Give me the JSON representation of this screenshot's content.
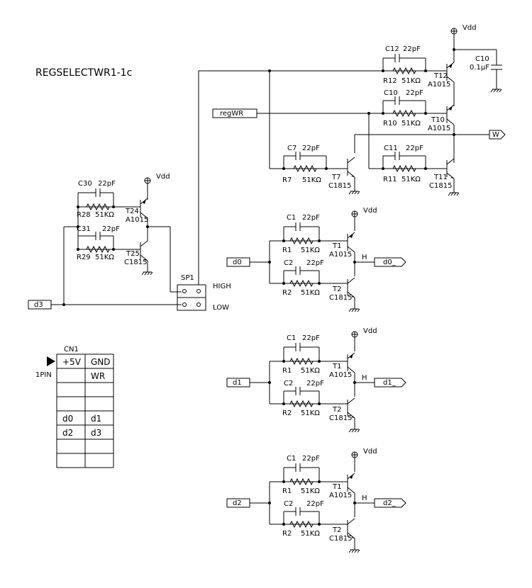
{
  "title": "REGSELECTWR1-1c",
  "vdd": "Vdd",
  "top": {
    "c12": "C12",
    "c12_val": "22pF",
    "r12": "R12",
    "r12_val": "51KΩ",
    "t12": "T12",
    "t12_part": "A1015",
    "c10": "C10",
    "c10_val": "0.1μF",
    "c10b": "C10",
    "c10b_val": "22pF",
    "r10": "R10",
    "r10_val": "51KΩ",
    "t10": "T10",
    "t10_part": "A1015",
    "regwr": "regWR",
    "w": "W",
    "c7": "C7",
    "c7_val": "22pF",
    "r7": "R7",
    "r7_val": "51KΩ",
    "t7": "T7",
    "t7_part": "C1815",
    "c11": "C11",
    "c11_val": "22pF",
    "r11": "R11",
    "r11_val": "51KΩ",
    "t11": "T11",
    "t11_part": "C1815"
  },
  "left": {
    "c30": "C30",
    "c30_val": "22pF",
    "r28": "R28",
    "r28_val": "51KΩ",
    "t24": "T24",
    "t24_part": "A1015",
    "c31": "C31",
    "c31_val": "22pF",
    "r29": "R29",
    "r29_val": "51KΩ",
    "t25": "T25",
    "t25_part": "C1815",
    "sp1": "SP1",
    "high": "HIGH",
    "low": "LOW",
    "d3": "d3"
  },
  "stages": [
    {
      "in": "d0",
      "out": "d0_",
      "c1": "C1",
      "c1_val": "22pF",
      "r1": "R1",
      "r1_val": "51KΩ",
      "t1": "T1",
      "t1_part": "A1015",
      "c2": "C2",
      "c2_val": "22pF",
      "r2": "R2",
      "r2_val": "51KΩ",
      "t2": "T2",
      "t2_part": "C1815",
      "h": "H"
    },
    {
      "in": "d1",
      "out": "d1_",
      "c1": "C1",
      "c1_val": "22pF",
      "r1": "R1",
      "r1_val": "51KΩ",
      "t1": "T1",
      "t1_part": "A1015",
      "c2": "C2",
      "c2_val": "22pF",
      "r2": "R2",
      "r2_val": "51KΩ",
      "t2": "T2",
      "t2_part": "C1815",
      "h": "H"
    },
    {
      "in": "d2",
      "out": "d2_",
      "c1": "C1",
      "c1_val": "22pF",
      "r1": "R1",
      "r1_val": "51KΩ",
      "t1": "T1",
      "t1_part": "A1015",
      "c2": "C2",
      "c2_val": "22pF",
      "r2": "R2",
      "r2_val": "51KΩ",
      "t2": "T2",
      "t2_part": "C1815",
      "h": "H"
    }
  ],
  "connector": {
    "name": "CN1",
    "pin_label": "1PIN",
    "rows": [
      [
        "+5V",
        "GND"
      ],
      [
        "",
        "WR"
      ],
      [
        "",
        ""
      ],
      [
        "",
        ""
      ],
      [
        "d0",
        "d1"
      ],
      [
        "d2",
        "d3"
      ],
      [
        "",
        ""
      ],
      [
        "",
        ""
      ]
    ]
  }
}
